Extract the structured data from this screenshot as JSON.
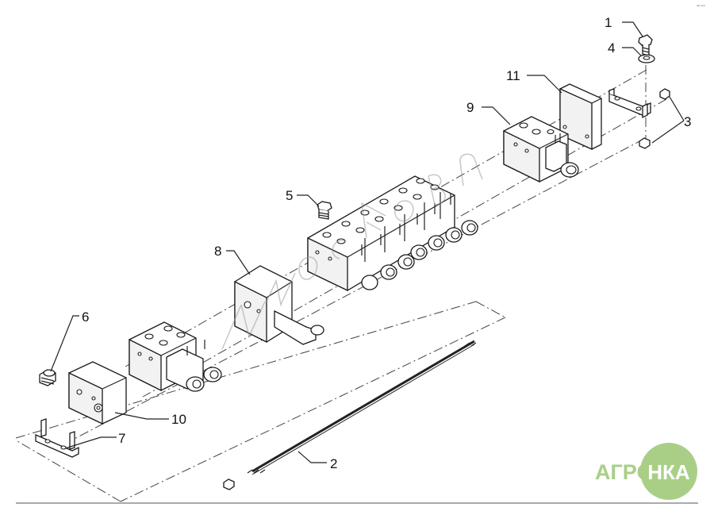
{
  "figure": {
    "callouts": [
      "1",
      "2",
      "3",
      "4",
      "5",
      "6",
      "7",
      "8",
      "9",
      "10",
      "11"
    ],
    "corner_mark": "ⁿᵉ ⁿⁿⁿ"
  },
  "logo": {
    "text_left": "АГРО",
    "text_circle": "НКА",
    "color": "#a9cf87"
  },
  "colors": {
    "ink": "#1a1a1a",
    "background": "#ffffff",
    "watermark": "#9a9a9a"
  }
}
